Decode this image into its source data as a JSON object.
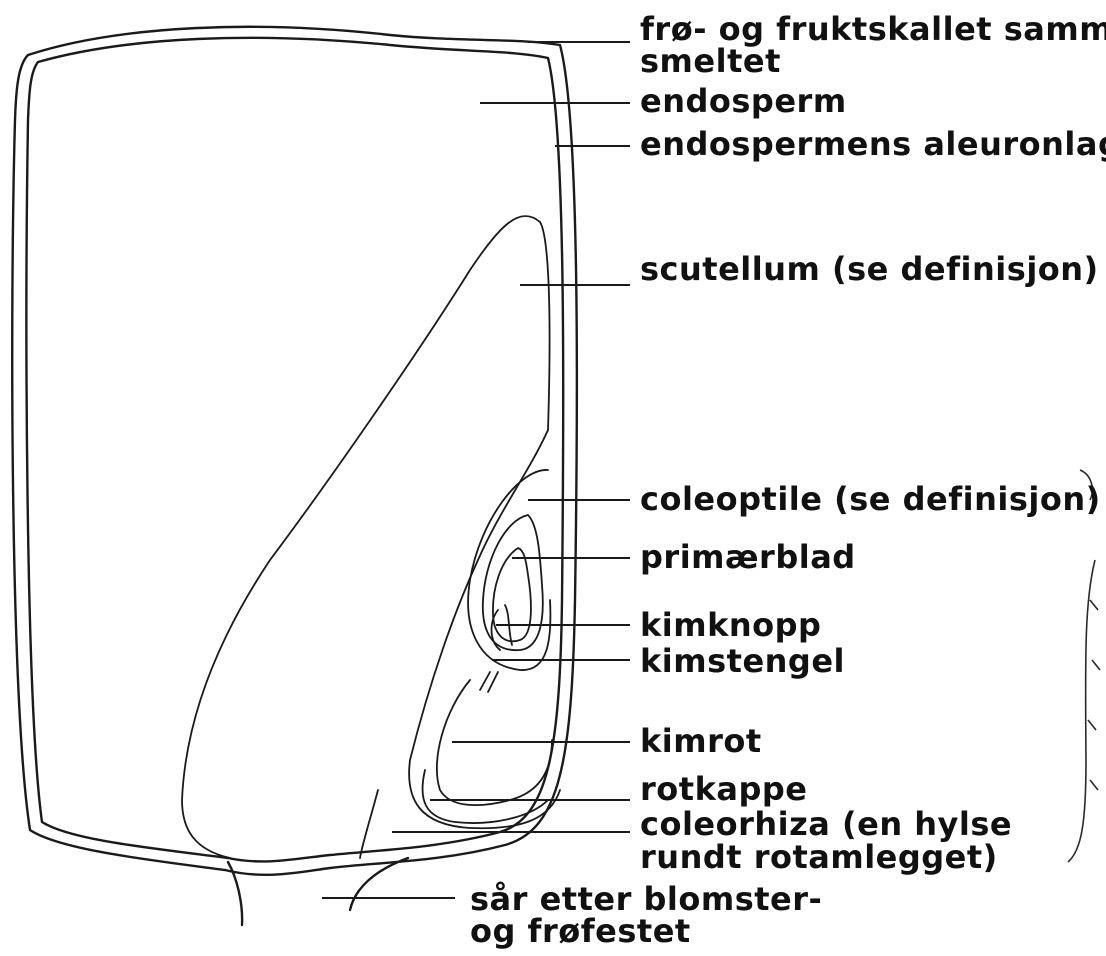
{
  "labels": {
    "pericarp": "frø- og fruktskallet samme",
    "pericarp_line2": "smeltet",
    "endosperm": "endosperm",
    "aleurone": "endospermens aleuronlag",
    "scutellum": "scutellum (se definisjon)",
    "coleoptile": "coleoptile (se definisjon)",
    "primary_leaf": "primærblad",
    "plumule": "kimknopp",
    "hypocotyl": "kimstengel",
    "radicle": "kimrot",
    "root_cap": "rotkappe",
    "coleorhiza": "coleorhiza (en hylse",
    "coleorhiza_line2": "rundt rotamlegget)",
    "scar": "sår etter blomster-",
    "scar_line2": "og frøfestet"
  },
  "colors": {
    "ink": "#1a1a1a",
    "background": "#ffffff"
  }
}
